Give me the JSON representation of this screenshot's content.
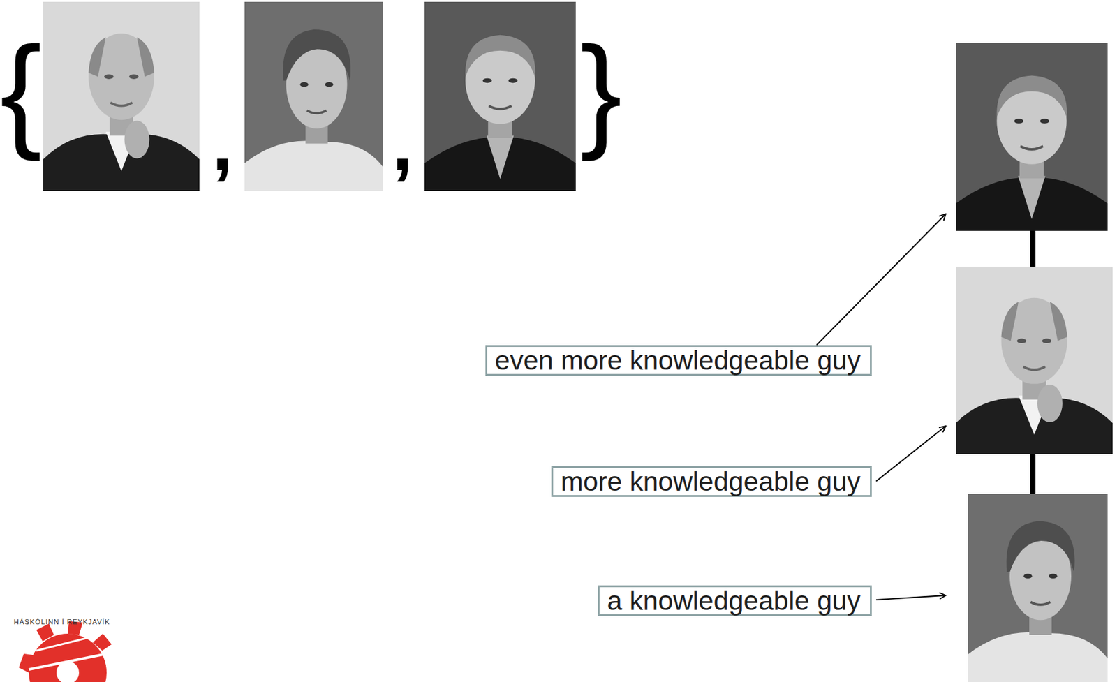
{
  "diagram": {
    "nodes": [
      {
        "text": [
          "even more knowledgeable guy"
        ]
      },
      {
        "text": [
          "more knowledgeable guy"
        ]
      },
      {
        "text": [
          "a knowledgeable guy"
        ]
      }
    ],
    "labels": [
      "{",
      ",",
      ",",
      "}",
      "HÁSKÓLINN Í REYKJAVÍK"
    ]
  }
}
